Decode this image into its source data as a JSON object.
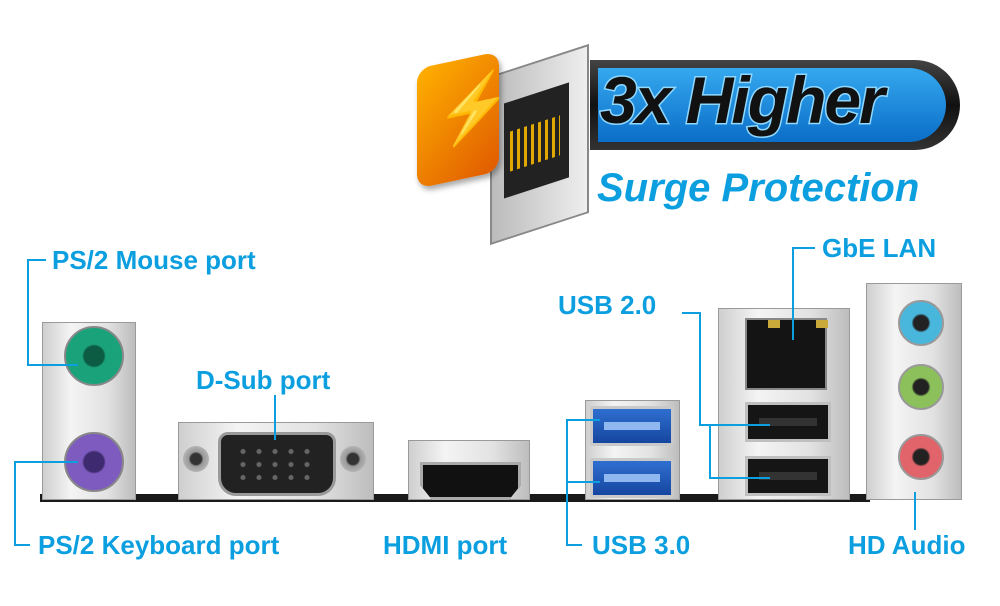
{
  "banner": {
    "title": "3x Higher",
    "subtitle": "Surge Protection"
  },
  "labels": {
    "ps2_mouse": "PS/2 Mouse port",
    "ps2_keyboard": "PS/2 Keyboard port",
    "dsub": "D-Sub port",
    "hdmi": "HDMI port",
    "usb3": "USB 3.0",
    "usb2": "USB 2.0",
    "gbe_lan": "GbE LAN",
    "hd_audio": "HD Audio"
  },
  "colors": {
    "label": "#0c9fe0",
    "mouse": "#1aa37a",
    "keyboard": "#7d5bbf",
    "audio_blue": "#49b6dc",
    "audio_green": "#8cc05a",
    "audio_pink": "#e0646a"
  }
}
